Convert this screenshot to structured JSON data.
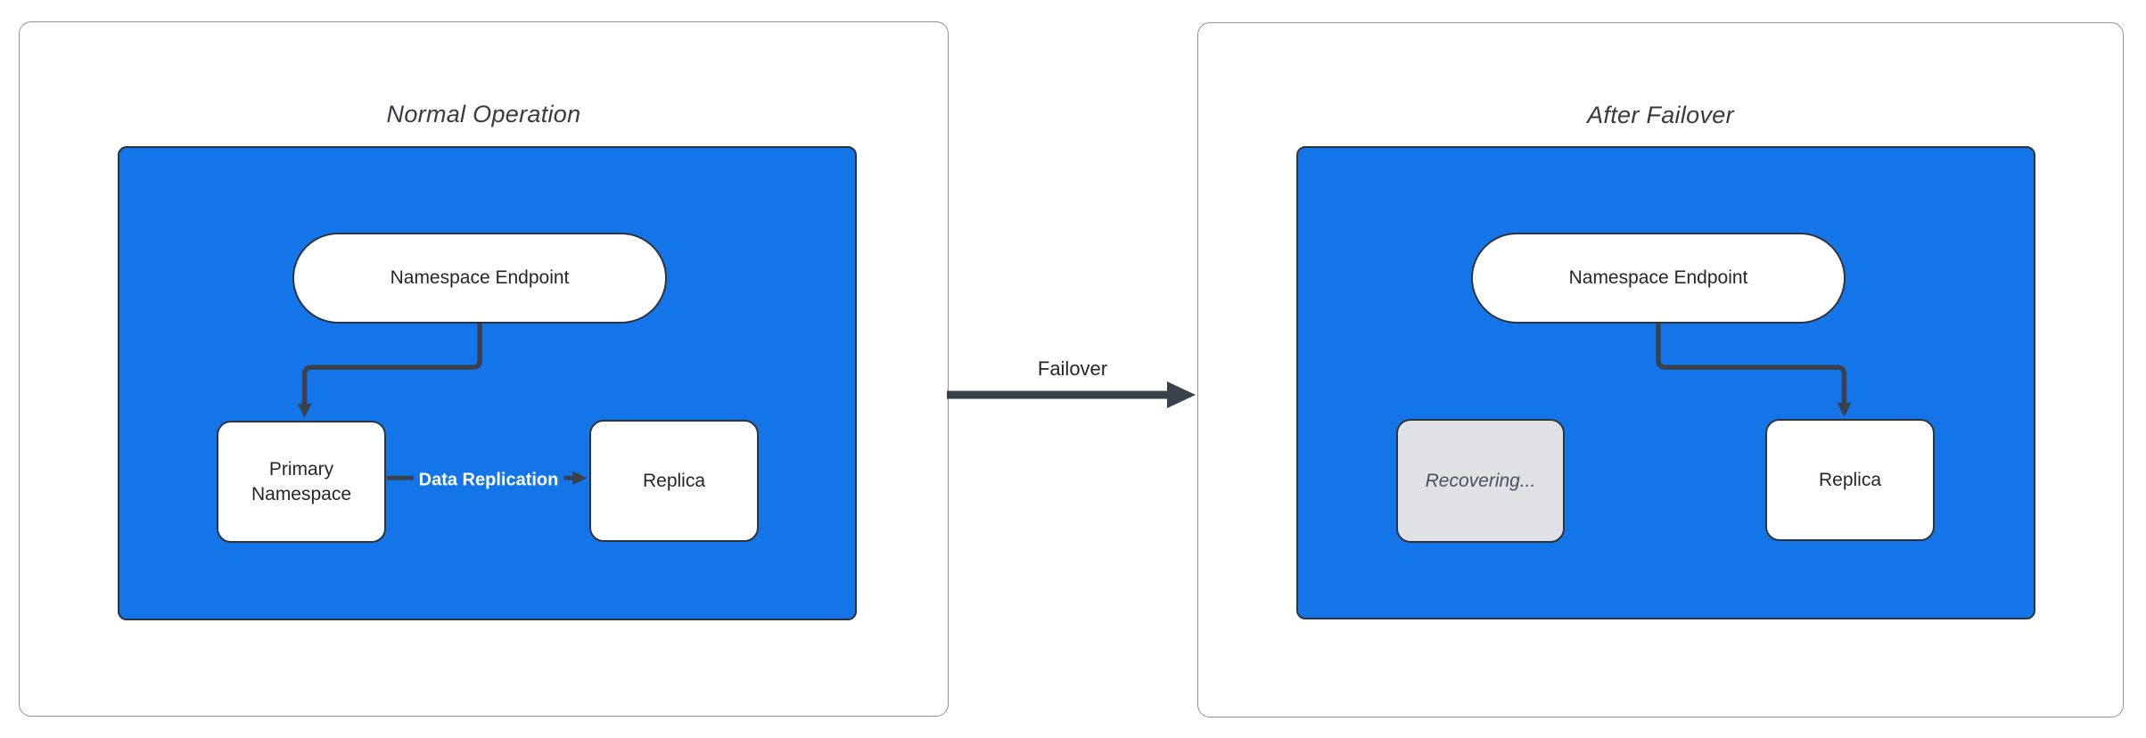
{
  "diagram": {
    "type": "failover-flow-diagram",
    "panels": [
      {
        "title": "Normal Operation",
        "endpoint_label": "Namespace Endpoint",
        "primary_label": "Primary Namespace",
        "replica_label": "Replica",
        "replication_edge_label": "Data Replication"
      },
      {
        "title": "After Failover",
        "endpoint_label": "Namespace Endpoint",
        "recovering_label": "Recovering...",
        "replica_label": "Replica"
      }
    ],
    "transition_label": "Failover",
    "colors": {
      "container_blue": "#1475e8",
      "node_fill": "#ffffff",
      "node_border": "#2e343c",
      "connector": "#3a414b",
      "recovering_fill": "#dfe1e4",
      "recovering_text": "#4a515c",
      "panel_border": "#8f9398",
      "title_text": "#363b42",
      "node_text": "#23272d",
      "replication_label_text": "#ffffff"
    }
  }
}
